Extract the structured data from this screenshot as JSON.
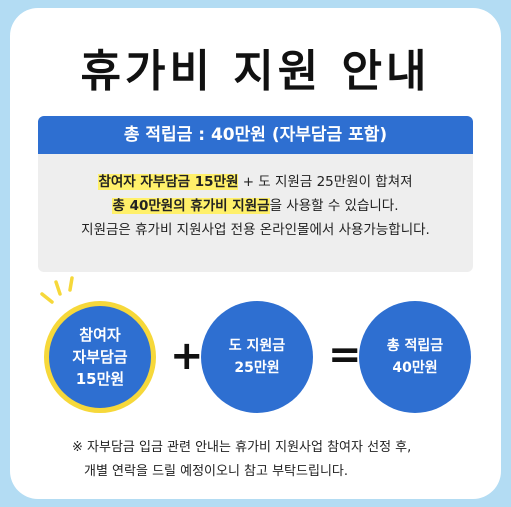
{
  "title": "휴가비 지원 안내",
  "info": {
    "header": "총 적립금 : 40만원 (자부담금 포함)",
    "line1_hl": "참여자 자부담금 15만원",
    "line1_rest": " + 도 지원금 25만원이 합쳐져",
    "line2_hl": "총 40만원의 휴가비 지원금",
    "line2_rest": "을 사용할 수 있습니다.",
    "line3": "지원금은 휴가비 지원사업 전용 온라인몰에서 사용가능합니다."
  },
  "equation": {
    "participant": [
      "참여자",
      "자부담금",
      "15만원"
    ],
    "plus": "+",
    "province": [
      "도 지원금",
      "25만원"
    ],
    "equals": "=",
    "total": [
      "총 적립금",
      "40만원"
    ]
  },
  "note": {
    "line1": "※ 자부담금 입금 관련 안내는 휴가비 지원사업 참여자 선정 후,",
    "line2": "개별 연락을 드릴 예정이오니 참고 부탁드립니다."
  },
  "colors": {
    "background": "#b3dcf3",
    "accent_blue": "#2e6fd1",
    "highlight_yellow": "#fff06a",
    "ring_yellow": "#f6d83a"
  }
}
